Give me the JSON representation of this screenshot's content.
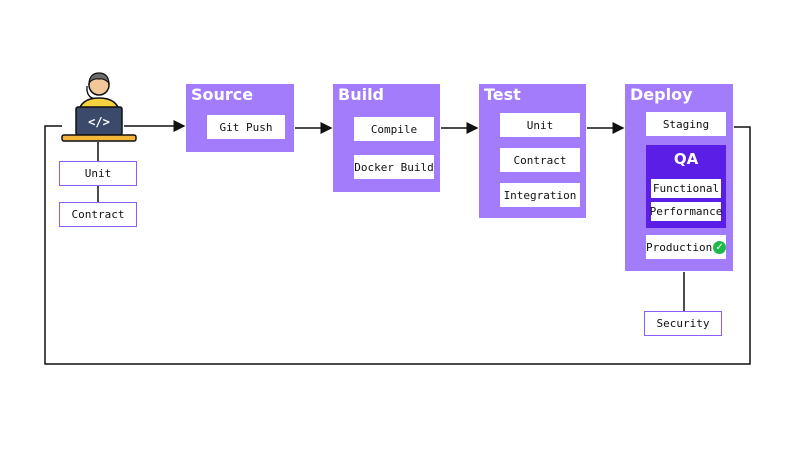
{
  "developer": {
    "icon": "developer-at-laptop-icon",
    "code_glyph": "</>",
    "tests": [
      "Unit",
      "Contract"
    ]
  },
  "stages": {
    "source": {
      "title": "Source",
      "steps": [
        "Git Push"
      ]
    },
    "build": {
      "title": "Build",
      "steps": [
        "Compile",
        "Docker Build"
      ]
    },
    "test": {
      "title": "Test",
      "steps": [
        "Unit",
        "Contract",
        "Integration"
      ]
    },
    "deploy": {
      "title": "Deploy",
      "staging": "Staging",
      "qa": {
        "title": "QA",
        "steps": [
          "Functional",
          "Performance"
        ]
      },
      "production": "Production",
      "production_icon": "check-circle-icon",
      "security": "Security"
    }
  },
  "colors": {
    "stage": "#a27cfb",
    "qa": "#5a1ee6",
    "outline": "#8c5cf6",
    "success": "#1fb84a"
  }
}
